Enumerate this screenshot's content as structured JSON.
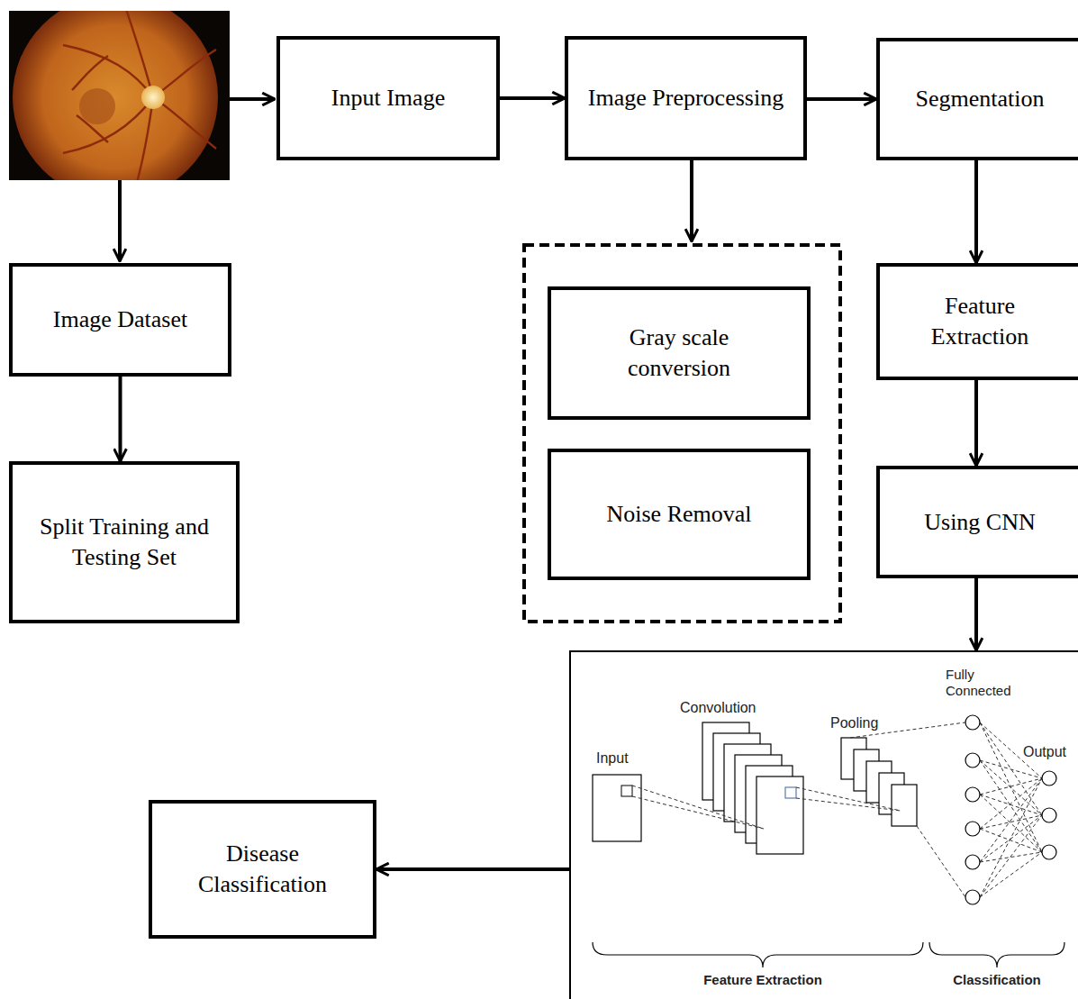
{
  "diagram": {
    "nodes": [
      {
        "text": [
          "Input Image"
        ]
      },
      {
        "text": [
          "Image Preprocessing"
        ]
      },
      {
        "text": [
          "Segmentation"
        ]
      },
      {
        "text": [
          "Image Dataset"
        ]
      },
      {
        "text": [
          "Feature Extraction"
        ]
      },
      {
        "text": [
          "Gray scale conversion"
        ]
      },
      {
        "text": [
          "Noise Removal"
        ]
      },
      {
        "text": [
          "Split Training and Testing Set"
        ]
      },
      {
        "text": [
          "Using CNN"
        ]
      },
      {
        "text": [
          "Convolution",
          "Input",
          "Pooling",
          "Fully Connected",
          "Output",
          "Feature Extraction",
          "Classification"
        ]
      },
      {
        "text": [
          "Disease Classification"
        ]
      }
    ],
    "edges": [
      {
        "from": 0,
        "to": 1,
        "arrow": "to"
      },
      {
        "from": 1,
        "to": 2,
        "arrow": "to"
      },
      {
        "from": 3,
        "to": 7,
        "arrow": "to"
      },
      {
        "from": 2,
        "to": 4,
        "arrow": "to"
      },
      {
        "from": 4,
        "to": 8,
        "arrow": "to"
      },
      {
        "from": 8,
        "to": 9,
        "arrow": "to"
      },
      {
        "from": 9,
        "to": 10,
        "arrow": "to"
      }
    ]
  }
}
